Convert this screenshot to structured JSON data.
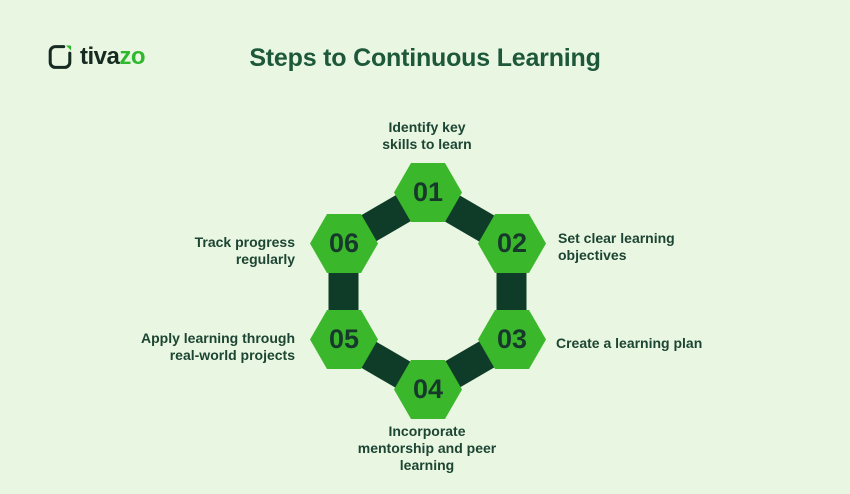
{
  "page": {
    "background_color": "#e9f6e1"
  },
  "logo": {
    "brand_prefix": "tiva",
    "brand_suffix": "zo",
    "prefix_color": "#152a20",
    "suffix_color": "#2db82d",
    "icon": "rounded-square-with-leaf-notch"
  },
  "header": {
    "title": "Steps to Continuous Learning",
    "title_color": "#1c5839"
  },
  "diagram": {
    "type": "circular-step-cycle",
    "ring_color": "#0e3c28",
    "hexagon_color": "#3bb72c",
    "number_color": "#16392b",
    "label_color": "#1c4533",
    "steps": [
      {
        "number": "01",
        "position": "top",
        "label": "Identify key\nskills to learn"
      },
      {
        "number": "02",
        "position": "upper-right",
        "label": "Set clear learning\nobjectives"
      },
      {
        "number": "03",
        "position": "lower-right",
        "label": "Create a learning plan"
      },
      {
        "number": "04",
        "position": "bottom",
        "label": "Incorporate\nmentorship and peer\nlearning"
      },
      {
        "number": "05",
        "position": "lower-left",
        "label": "Apply learning through\nreal-world projects"
      },
      {
        "number": "06",
        "position": "upper-left",
        "label": "Track progress\nregularly"
      }
    ]
  }
}
